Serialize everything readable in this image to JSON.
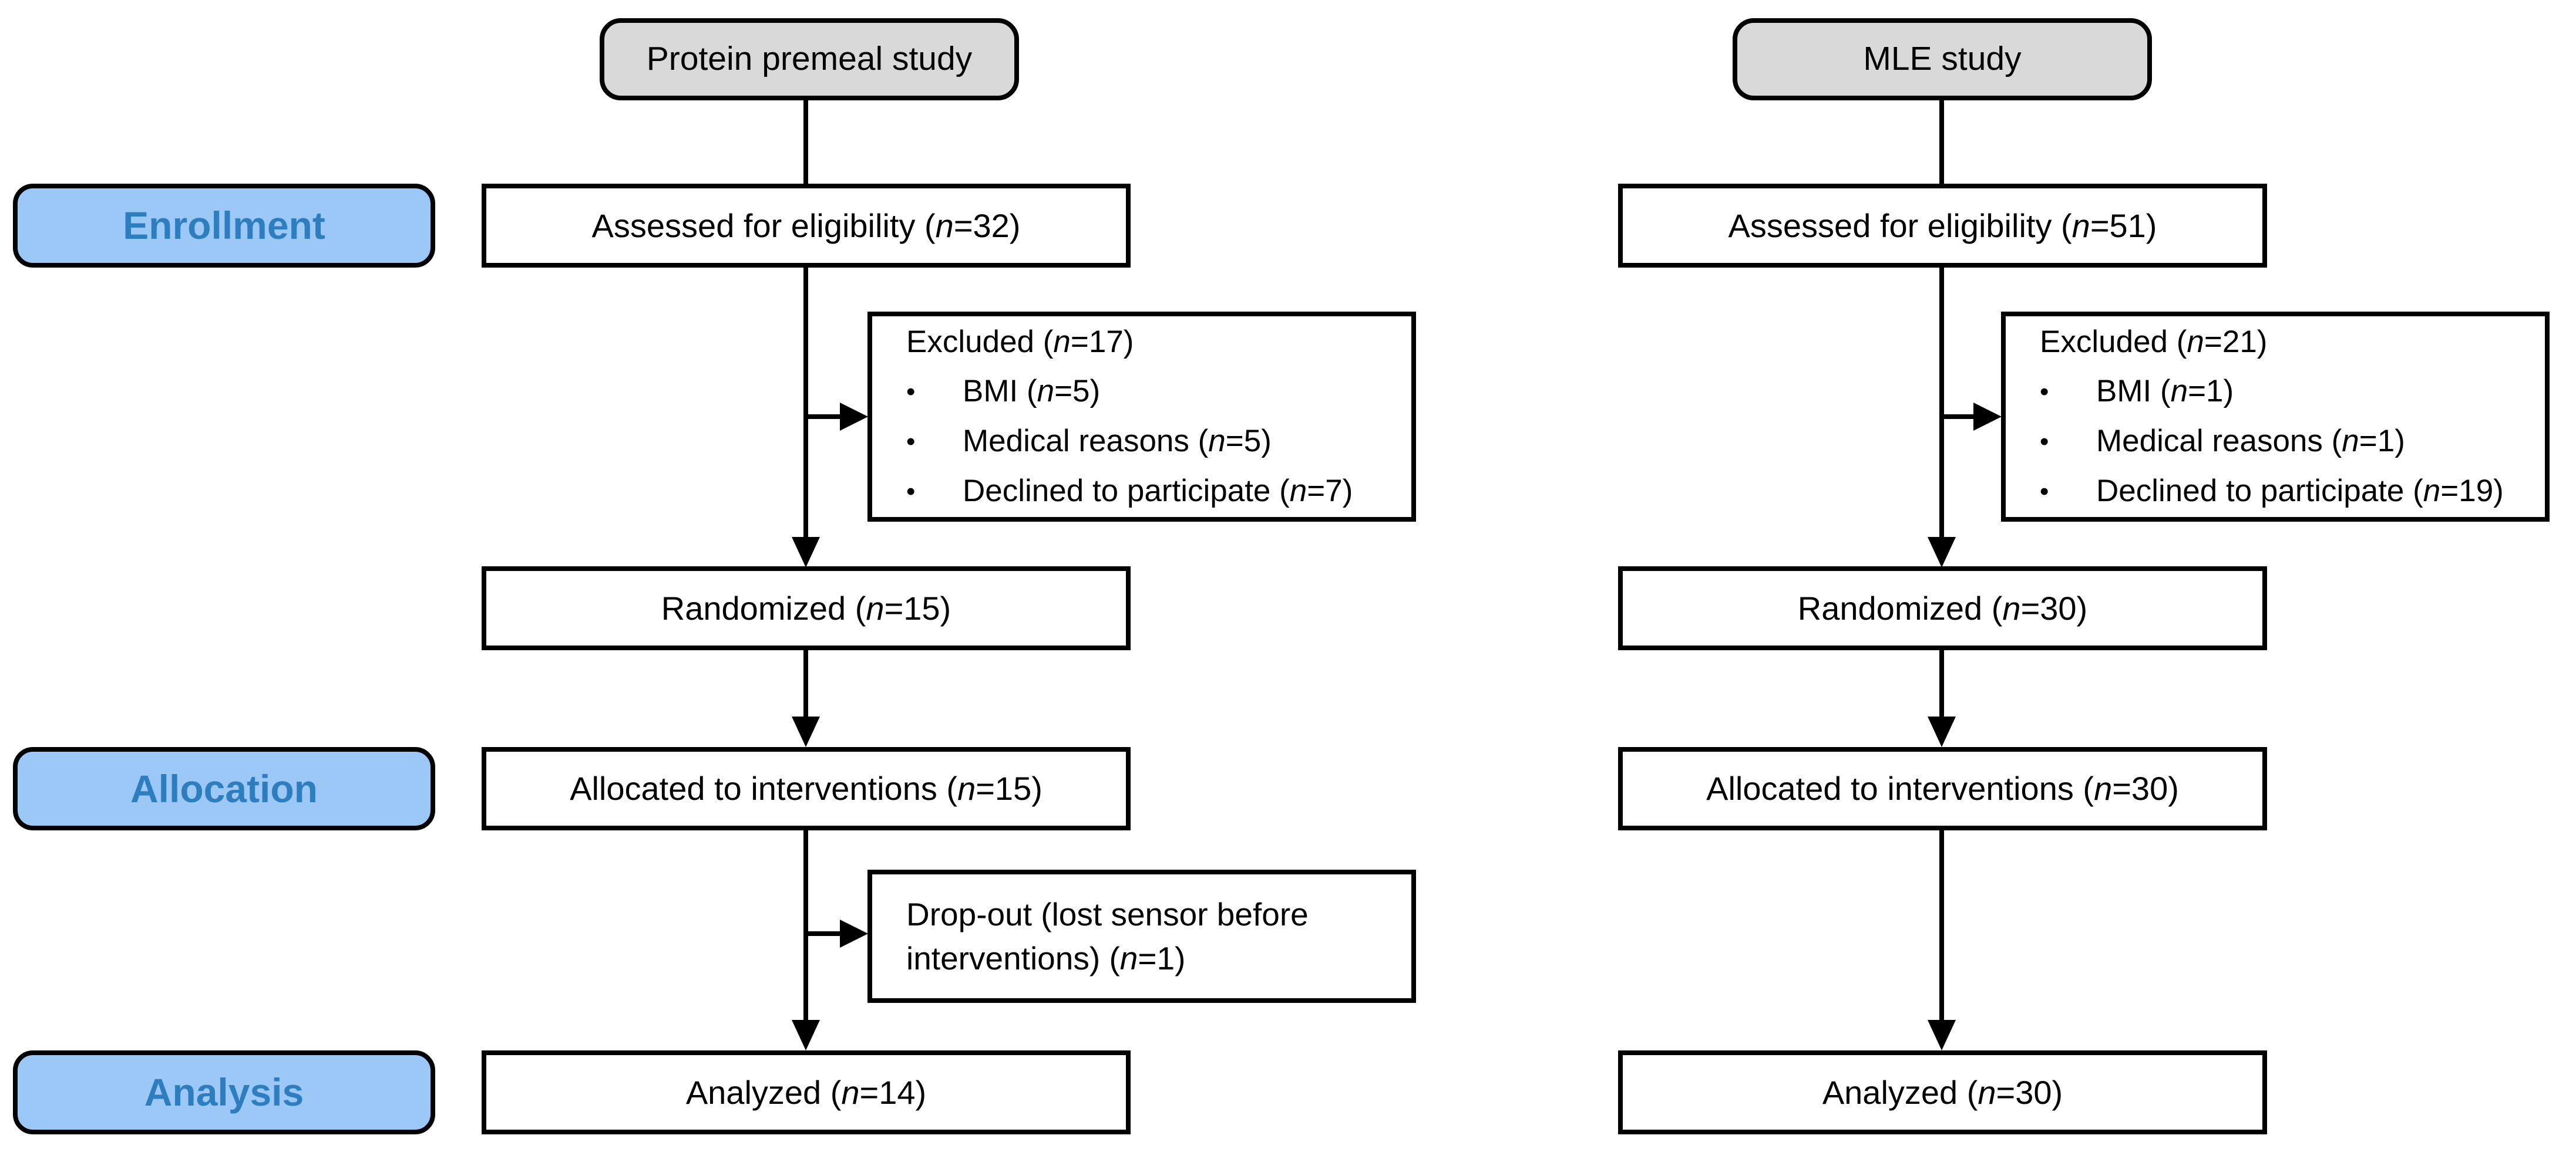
{
  "palette": {
    "phase_fill": "#9CC8F8",
    "phase_text": "#2E7EBF",
    "study_fill": "#D9D9D9",
    "box_border": "#000000",
    "box_fill": "#FFFFFF"
  },
  "phases": {
    "enrollment": "Enrollment",
    "allocation": "Allocation",
    "analysis": "Analysis"
  },
  "bullet": "•",
  "studies": [
    {
      "title": "Protein premeal study",
      "assessed": {
        "pre": "Assessed for eligibility (",
        "n": "n",
        "post": "=32)"
      },
      "excluded": {
        "title": {
          "pre": "Excluded (",
          "n": "n",
          "post": "=17)"
        },
        "items": [
          {
            "pre": "BMI (",
            "n": "n",
            "post": "=5)"
          },
          {
            "pre": "Medical reasons (",
            "n": "n",
            "post": "=5)"
          },
          {
            "pre": "Declined to participate (",
            "n": "n",
            "post": "=7)"
          }
        ]
      },
      "randomized": {
        "pre": "Randomized (",
        "n": "n",
        "post": "=15)"
      },
      "allocated": {
        "pre": "Allocated to interventions (",
        "n": "n",
        "post": "=15)"
      },
      "dropout": {
        "pre": "Drop-out (lost sensor before interventions) (",
        "n": "n",
        "post": "=1)"
      },
      "analyzed": {
        "pre": "Analyzed (",
        "n": "n",
        "post": "=14)"
      }
    },
    {
      "title": "MLE study",
      "assessed": {
        "pre": "Assessed for eligibility (",
        "n": "n",
        "post": "=51)"
      },
      "excluded": {
        "title": {
          "pre": "Excluded (",
          "n": "n",
          "post": "=21)"
        },
        "items": [
          {
            "pre": "BMI (",
            "n": "n",
            "post": "=1)"
          },
          {
            "pre": "Medical reasons (",
            "n": "n",
            "post": "=1)"
          },
          {
            "pre": "Declined to participate (",
            "n": "n",
            "post": "=19)"
          }
        ]
      },
      "randomized": {
        "pre": "Randomized (",
        "n": "n",
        "post": "=30)"
      },
      "allocated": {
        "pre": "Allocated to interventions (",
        "n": "n",
        "post": "=30)"
      },
      "analyzed": {
        "pre": "Analyzed (",
        "n": "n",
        "post": "=30)"
      }
    }
  ]
}
